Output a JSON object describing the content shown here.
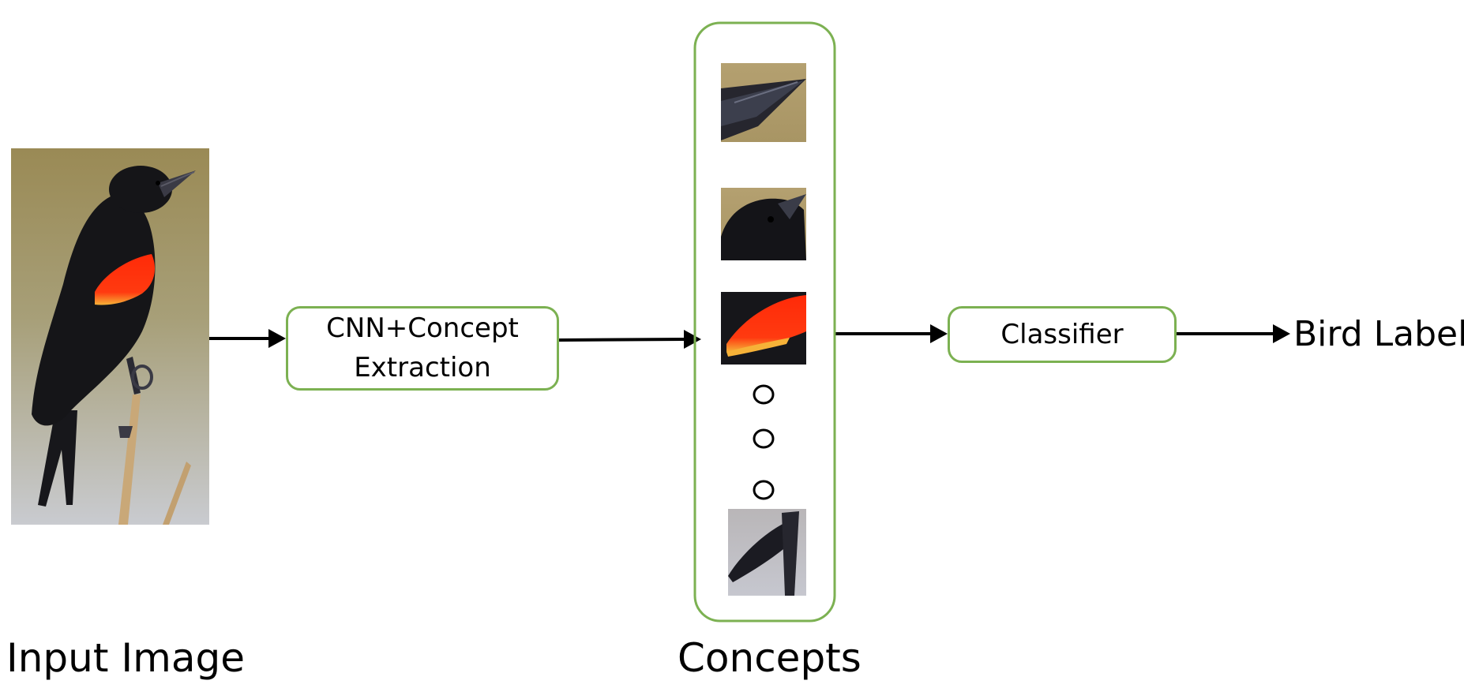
{
  "diagram": {
    "input": {
      "caption": "Input Image",
      "image_icon": "bird-photo"
    },
    "extractor": {
      "line1": "CNN+Concept",
      "line2": "Extraction"
    },
    "concepts": {
      "caption": "Concepts",
      "patches": [
        "beak-patch",
        "head-patch",
        "wing-patch",
        "tail-patch"
      ],
      "ellipsis_count": 3
    },
    "classifier": {
      "label": "Classifier"
    },
    "output": {
      "label": "Bird Label"
    },
    "colors": {
      "box_border": "#7cb152",
      "arrow": "#000000",
      "background_olive": "#a89a66",
      "bird_black": "#151518",
      "epaulet_red": "#ff2a08",
      "epaulet_yellow": "#f6b238"
    }
  }
}
